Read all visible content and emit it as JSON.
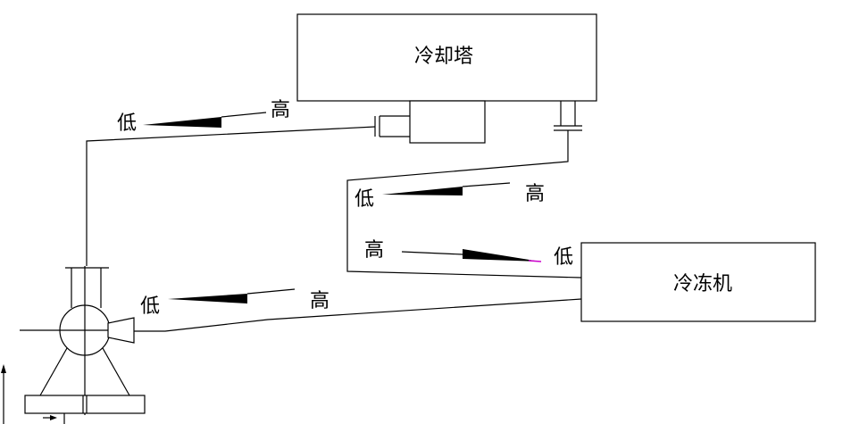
{
  "equipment": {
    "cooling_tower": "冷却塔",
    "chiller": "冷冻机"
  },
  "slope_labels": {
    "a_low": "低",
    "a_high": "高",
    "b_low": "低",
    "b_high": "高",
    "c_high": "高",
    "c_low": "低",
    "d_low": "低",
    "d_high": "高"
  },
  "colors": {
    "line": "#000000",
    "background": "#ffffff",
    "wedge_tip": "#cc00cc"
  }
}
